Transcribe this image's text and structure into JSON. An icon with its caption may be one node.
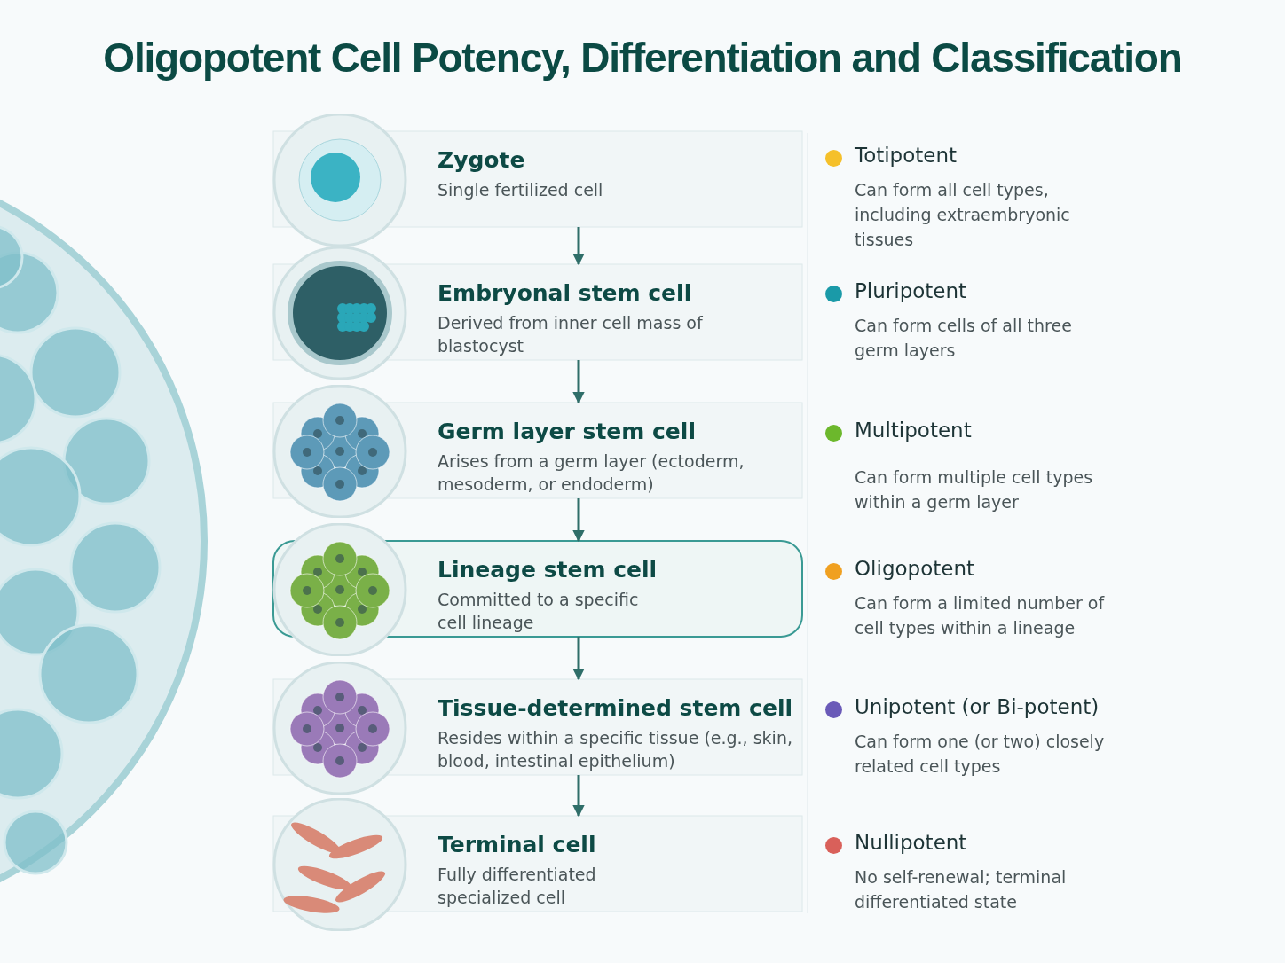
{
  "diagram": {
    "title": "Oligopotent Cell Potency, Differentiation and Classification",
    "nodes": [
      {
        "text": [
          "Zygote",
          "Single fertilized cell"
        ]
      },
      {
        "text": [
          "Embryonal stem cell",
          "Derived from inner cell mass of blastocyst"
        ]
      },
      {
        "text": [
          "Germ layer stem cell",
          "Arises from a germ layer (ectoderm, mesoderm, or endoderm)"
        ]
      },
      {
        "text": [
          "Lineage stem cell",
          "Committed to a specific cell lineage"
        ]
      },
      {
        "text": [
          "Tissue-determined stem cell",
          "Resides within a specific tissue (e.g., skin, blood, intestinal epithelium)"
        ]
      },
      {
        "text": [
          "Terminal cell",
          "Fully differentiated specialized cell"
        ]
      }
    ],
    "edges": [
      {
        "from": 0,
        "to": 1,
        "arrow": "to"
      },
      {
        "from": 1,
        "to": 2,
        "arrow": "to"
      },
      {
        "from": 2,
        "to": 3,
        "arrow": "to"
      },
      {
        "from": 3,
        "to": 4,
        "arrow": "to"
      },
      {
        "from": 4,
        "to": 5,
        "arrow": "to"
      }
    ],
    "labels": [
      "Can form all cell types, including extraembryonic tissues",
      "Can form cells of all three germ layers",
      "Can form multiple cell types within a germ layer",
      "Can form a limited number of cell types within a lineage",
      "Can form one (or two) closely related cell types",
      "No self-renewal; terminal differentiated state"
    ],
    "legend": [
      {
        "text": "Totipotent",
        "color": "#f5c02a"
      },
      {
        "text": "Pluripotent",
        "color": "#1a9aa8"
      },
      {
        "text": "Multipotent",
        "color": "#6cb82c"
      },
      {
        "text": "Oligopotent",
        "color": "#f0a020"
      },
      {
        "text": "Unipotent (or Bi-potent)",
        "color": "#6a5ab8"
      },
      {
        "text": "Nullipotent",
        "color": "#d9605a"
      }
    ]
  }
}
